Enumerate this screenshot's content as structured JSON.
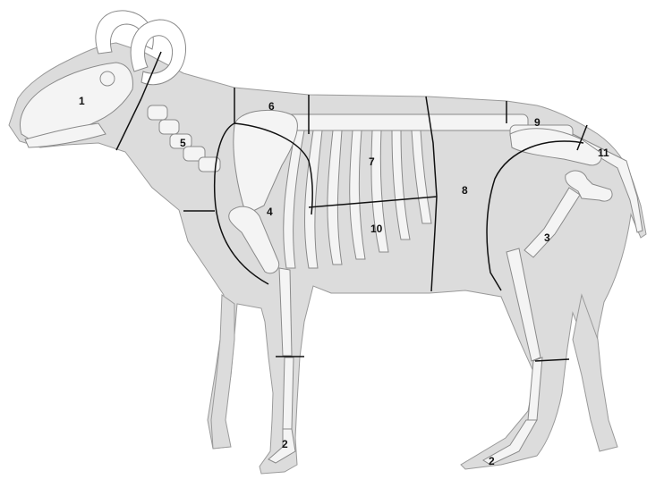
{
  "colors": {
    "background": "#ffffff",
    "body_fill": "#dcdcdc",
    "body_outline": "#9a9a9a",
    "bone_fill": "#f4f4f4",
    "bone_outline": "#8a8a8a",
    "cut_line": "#111111",
    "label_text": "#111111"
  },
  "labels": {
    "head": "1",
    "foot_front": "2",
    "foot_hind": "2",
    "hind_leg": "3",
    "shoulder": "4",
    "neck": "5",
    "shoulder_top": "6",
    "rib": "7",
    "loin": "8",
    "rump": "9",
    "flank": "10",
    "tail": "11"
  }
}
